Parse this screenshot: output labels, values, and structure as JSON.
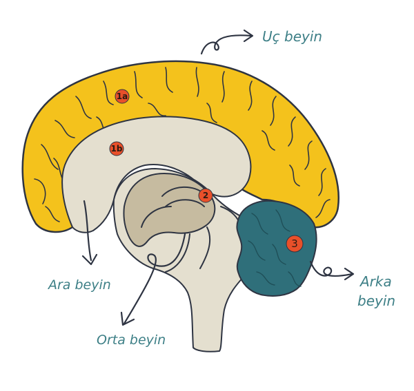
{
  "diagram": {
    "labels": {
      "uc_beyin": "Uç beyin",
      "ara_beyin": "Ara beyin",
      "orta_beyin": "Orta beyin",
      "arka_line1": "Arka",
      "arka_line2": "beyin"
    },
    "markers": {
      "m1a": "1a",
      "m1b": "1b",
      "m2": "2",
      "m3": "3"
    },
    "colors": {
      "cerebrum": "#f4c21c",
      "diencephalon": "#e4dfcf",
      "midbrain": "#c6bba0",
      "cerebellum": "#2f6f7a",
      "marker": "#e8502a",
      "label": "#3d7f86",
      "outline": "#2e3442"
    }
  }
}
